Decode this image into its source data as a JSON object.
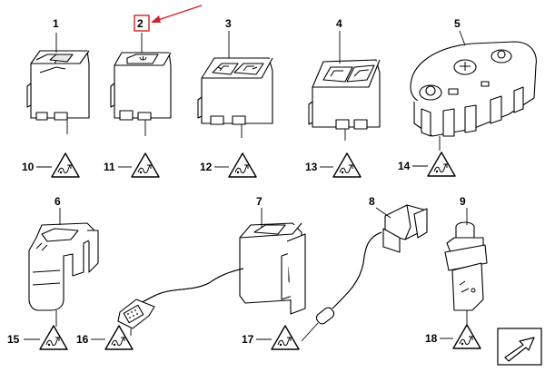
{
  "diagram": {
    "highlight_color": "#d42020",
    "callouts": [
      "1",
      "2",
      "3",
      "4",
      "5",
      "6",
      "7",
      "8",
      "9",
      "10",
      "11",
      "12",
      "13",
      "14",
      "15",
      "16",
      "17",
      "18"
    ],
    "highlighted_part": "2",
    "icons": [
      "warning-triangle-icon",
      "arrow-corner-icon"
    ]
  }
}
